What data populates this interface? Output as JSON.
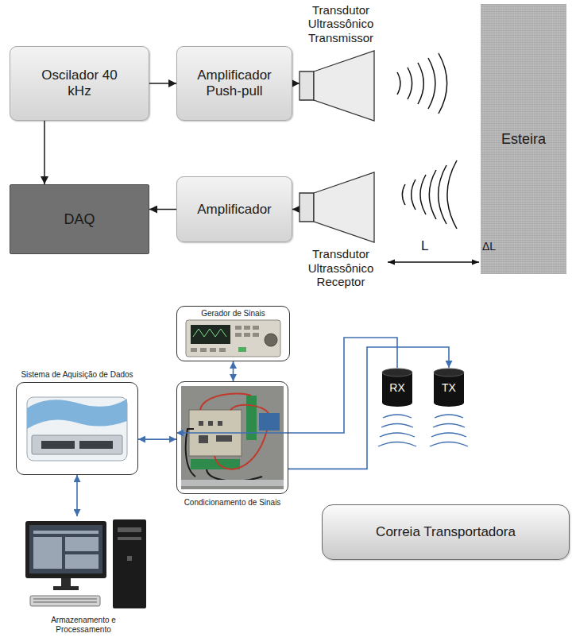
{
  "diagram": {
    "nodes": [
      {
        "text": [
          "Oscilador 40 kHz"
        ]
      },
      {
        "text": [
          "Amplificador Push-pull"
        ]
      },
      {
        "text": [
          "Transdutor Ultrassônico Transmissor"
        ]
      },
      {
        "text": [
          "Esteira"
        ]
      },
      {
        "text": [
          "DAQ"
        ]
      },
      {
        "text": [
          "Amplificador"
        ]
      },
      {
        "text": [
          "Transdutor Ultrassônico Receptor"
        ]
      },
      {
        "text": [
          "Gerador de Sinais"
        ]
      },
      {
        "text": [
          "Sistema de Aquisição de Dados"
        ]
      },
      {
        "text": [
          "Condicionamento de Sinais"
        ]
      },
      {
        "text": [
          "RX"
        ]
      },
      {
        "text": [
          "TX"
        ]
      },
      {
        "text": [
          "Correia Transportadora"
        ]
      },
      {
        "text": [
          "Armazenamento e Processamento"
        ]
      }
    ],
    "edges": [
      {
        "from": 0,
        "to": 1,
        "arrow": "to"
      },
      {
        "from": 1,
        "to": 2,
        "arrow": "to"
      },
      {
        "from": 0,
        "to": 4,
        "arrow": "to"
      },
      {
        "from": 6,
        "to": 5,
        "arrow": "to"
      },
      {
        "from": 5,
        "to": 4,
        "arrow": "to"
      },
      {
        "from": 7,
        "to": 9,
        "arrow": "both"
      },
      {
        "from": 8,
        "to": 9,
        "arrow": "both"
      },
      {
        "from": 8,
        "to": 13,
        "arrow": "both"
      },
      {
        "from": 10,
        "to": 9,
        "arrow": "to"
      },
      {
        "from": 9,
        "to": 11,
        "arrow": "to"
      }
    ],
    "labels": [
      "L",
      "ΔL"
    ]
  }
}
